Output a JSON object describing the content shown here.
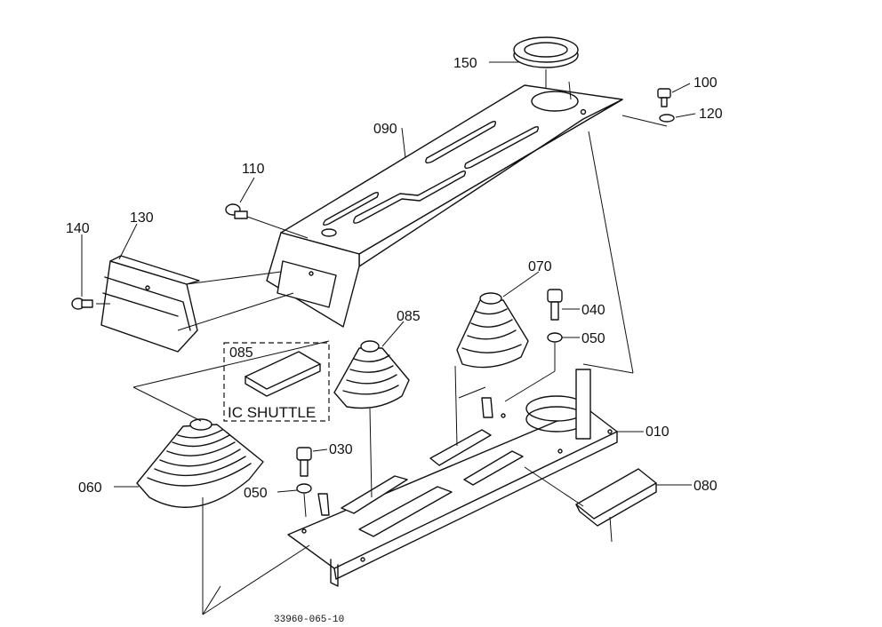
{
  "labels": {
    "p150": "150",
    "p100": "100",
    "p120": "120",
    "p090": "090",
    "p110": "110",
    "p130": "130",
    "p140": "140",
    "p070": "070",
    "p085_top": "085",
    "p085_box": "085",
    "p040": "040",
    "p050_right": "050",
    "p030": "030",
    "p010": "010",
    "p060": "060",
    "p050_left": "050",
    "p080": "080"
  },
  "inset_caption": "IC SHUTTLE",
  "figure_code": "33960-065-10"
}
